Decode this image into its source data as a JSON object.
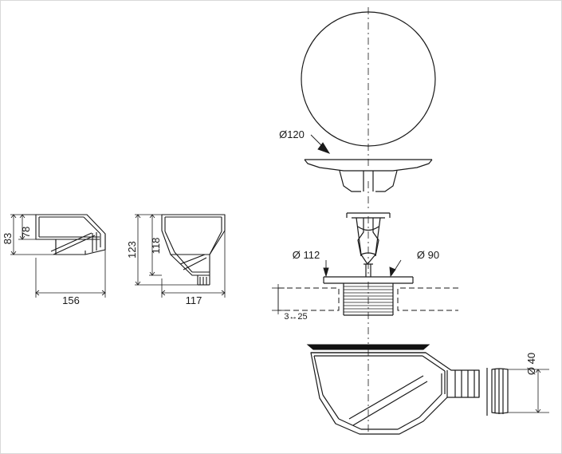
{
  "drawing": {
    "title": "technical-drawing-sink-waste-trap",
    "dimensions": {
      "dia_120": "Ø120",
      "dia_112": "Ø 112",
      "dia_90": "Ø 90",
      "dia_40": "Ø 40",
      "h_83": "83",
      "h_78": "78",
      "w_156": "156",
      "h_123": "123",
      "h_118": "118",
      "w_117": "117",
      "thread_3_25": "3↔25"
    }
  }
}
